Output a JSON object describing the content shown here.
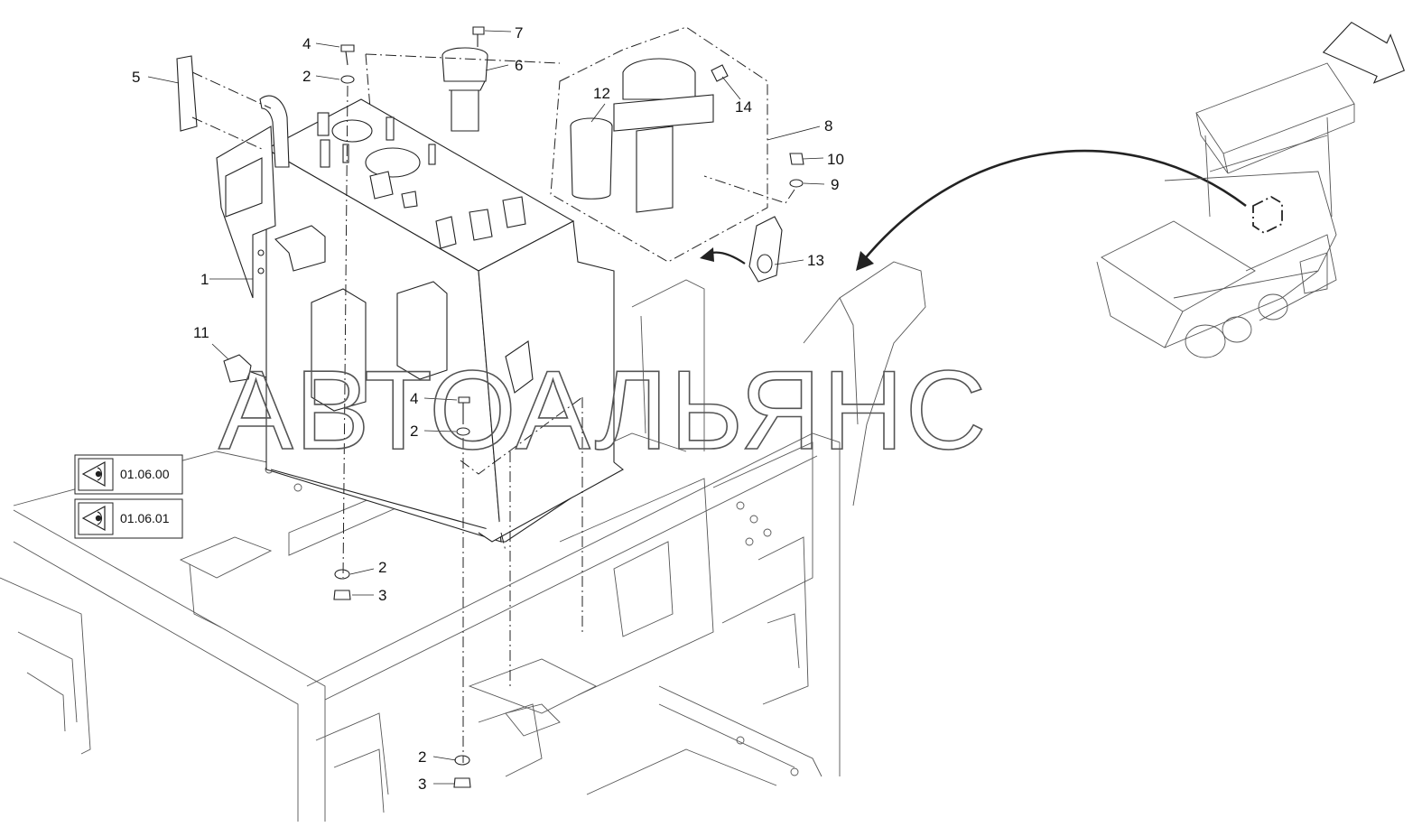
{
  "labels": [
    {
      "id": "p1",
      "text": "1"
    },
    {
      "id": "p2a",
      "text": "2"
    },
    {
      "id": "p2b",
      "text": "2"
    },
    {
      "id": "p2c",
      "text": "2"
    },
    {
      "id": "p2d",
      "text": "2"
    },
    {
      "id": "p3a",
      "text": "3"
    },
    {
      "id": "p3b",
      "text": "3"
    },
    {
      "id": "p4a",
      "text": "4"
    },
    {
      "id": "p4b",
      "text": "4"
    },
    {
      "id": "p5",
      "text": "5"
    },
    {
      "id": "p6",
      "text": "6"
    },
    {
      "id": "p7",
      "text": "7"
    },
    {
      "id": "p8",
      "text": "8"
    },
    {
      "id": "p9",
      "text": "9"
    },
    {
      "id": "p10",
      "text": "10"
    },
    {
      "id": "p11",
      "text": "11"
    },
    {
      "id": "p12",
      "text": "12"
    },
    {
      "id": "p13",
      "text": "13"
    },
    {
      "id": "p14",
      "text": "14"
    }
  ],
  "references": [
    {
      "code": "01.06.00",
      "icon": "eye-icon"
    },
    {
      "code": "01.06.01",
      "icon": "eye-icon"
    }
  ],
  "watermark": "АВТОАЛЬЯНС",
  "colors": {
    "line": "#222222",
    "background": "#ffffff"
  }
}
